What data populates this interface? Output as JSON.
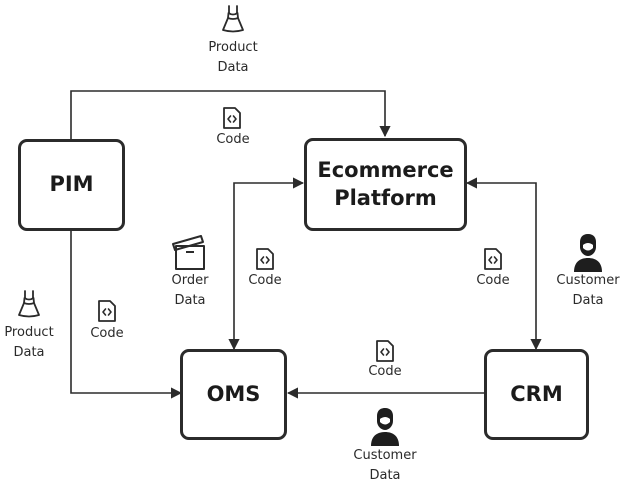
{
  "nodes": {
    "pim": "PIM",
    "ecommerce_line1": "Ecommerce",
    "ecommerce_line2": "Platform",
    "oms": "OMS",
    "crm": "CRM"
  },
  "labels": {
    "product": "Product",
    "data": "Data",
    "code": "Code",
    "order": "Order",
    "customer": "Customer"
  },
  "icons": {
    "product_data": "dress-icon",
    "code": "code-file-icon",
    "order_data": "open-box-icon",
    "customer_data": "person-icon"
  },
  "colors": {
    "stroke": "#2b2b2b",
    "text": "#1e1e1e",
    "background": "#ffffff"
  }
}
